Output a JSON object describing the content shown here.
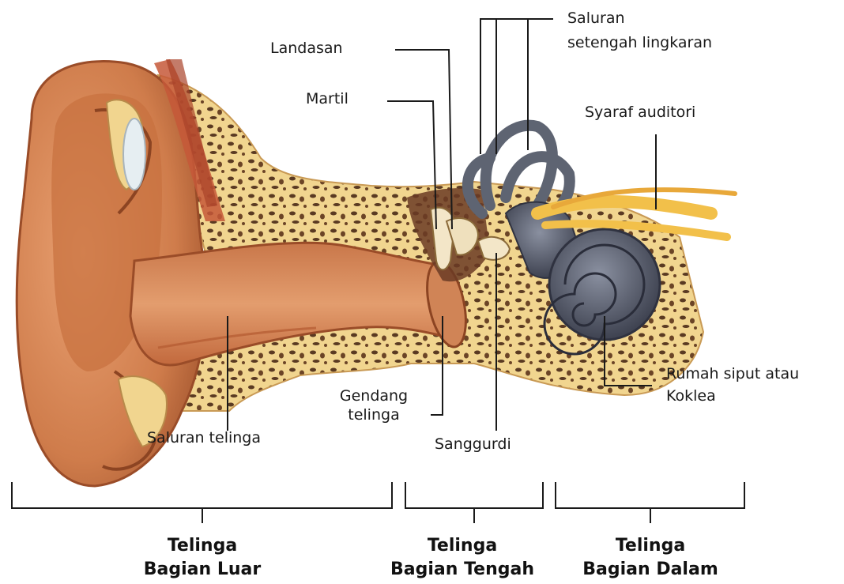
{
  "labels": {
    "saluran_setengah_1": "Saluran",
    "saluran_setengah_2": "setengah lingkaran",
    "landasan": "Landasan",
    "martil": "Martil",
    "syaraf_auditori": "Syaraf auditori",
    "rumah_siput_1": "Rumah siput atau",
    "rumah_siput_2": "Koklea",
    "gendang_1": "Gendang",
    "gendang_2": "telinga",
    "sanggurdi": "Sanggurdi",
    "saluran_telinga": "Saluran telinga"
  },
  "sections": {
    "outer_1": "Telinga",
    "outer_2": "Bagian Luar",
    "middle_1": "Telinga",
    "middle_2": "Bagian Tengah",
    "inner_1": "Telinga",
    "inner_2": "Bagian Dalam"
  },
  "colors": {
    "skin": "#d98a5a",
    "skin_dark": "#a8542c",
    "bone": "#f1d58f",
    "bone_pore": "#5a3a22",
    "cochlea": "#5e6472",
    "nerve": "#f2c04a"
  }
}
